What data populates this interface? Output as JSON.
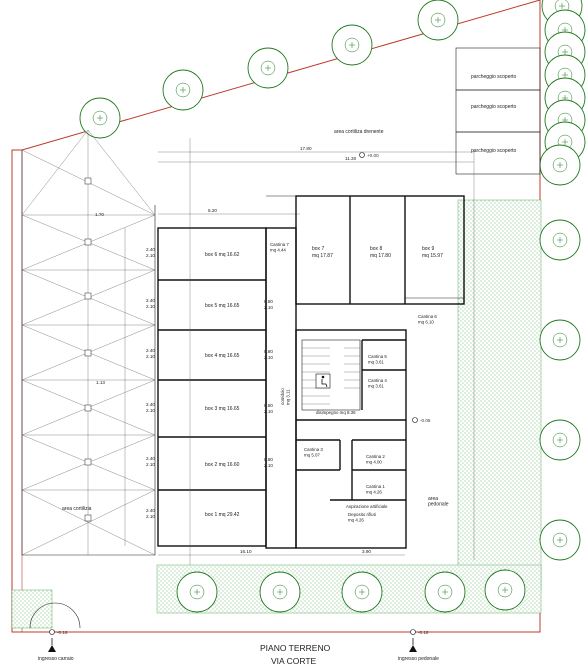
{
  "plan": {
    "title": "PIANO TERRENO",
    "subtitle": "VIA CORTE",
    "areas": {
      "drainage_area": "area cortiliza drenente",
      "courtyard_area": "area cortilizia",
      "pedestrian_area": "area\npedonale"
    },
    "parking": [
      "parcheggio scoperto",
      "parcheggio scoperto",
      "parcheggio scoperto"
    ],
    "boxes": [
      {
        "label": "box 6 mq 16.62"
      },
      {
        "label": "box 5 mq 16.65"
      },
      {
        "label": "box 4 mq 16.65"
      },
      {
        "label": "box 3 mq 16.65"
      },
      {
        "label": "box 2 mq 16.60"
      },
      {
        "label": "box 1 mq 29.42"
      }
    ],
    "top_boxes": [
      {
        "name": "box 7",
        "area": "mq 17.87"
      },
      {
        "name": "box 8",
        "area": "mq 17.80"
      },
      {
        "name": "box 9",
        "area": "mq 15.97"
      }
    ],
    "rooms": {
      "cantina7": "Cantina 7\nmq 4.44",
      "cantina6": "Cantina 6\nmq 6.10",
      "cantina5": "Cantina 5\nmq 3.61",
      "cantina4": "Cantina 4\nmq 3.61",
      "cantina3": "Cantina 3\nmq 5.07",
      "cantina2": "Cantina 2\nmq 4.00",
      "cantina1": "Cantina 1\nmq 4.26",
      "corridor": "corridoio\nmq 3.11",
      "disimpegno": "disimpegno mq 8.36",
      "aspirazione": "Aspirazione artificiale",
      "deposito": "Deposito rifiuti\nmq 4.26"
    },
    "entrances": {
      "car": "ingresso carraio",
      "pedestrian": "ingresso pedonale"
    },
    "levels": [
      "+0.00",
      "-0.05",
      "-0.16",
      "-0.18"
    ],
    "dimensions": {
      "top_total": "17.80",
      "top_mid": "11.30",
      "left_total": "5.20",
      "bottom_left": "16.10",
      "bottom_right": "3.90",
      "row_height": "2.40",
      "row_height2": "2.10",
      "door": "0.80",
      "door2": "2.10",
      "left_offset": "1.70",
      "side_offset": "1.13"
    },
    "colors": {
      "wall": "#111111",
      "boundary": "#c0392b",
      "trees": "#1f7a1f",
      "green_hatch": "#3c9a3c"
    }
  }
}
